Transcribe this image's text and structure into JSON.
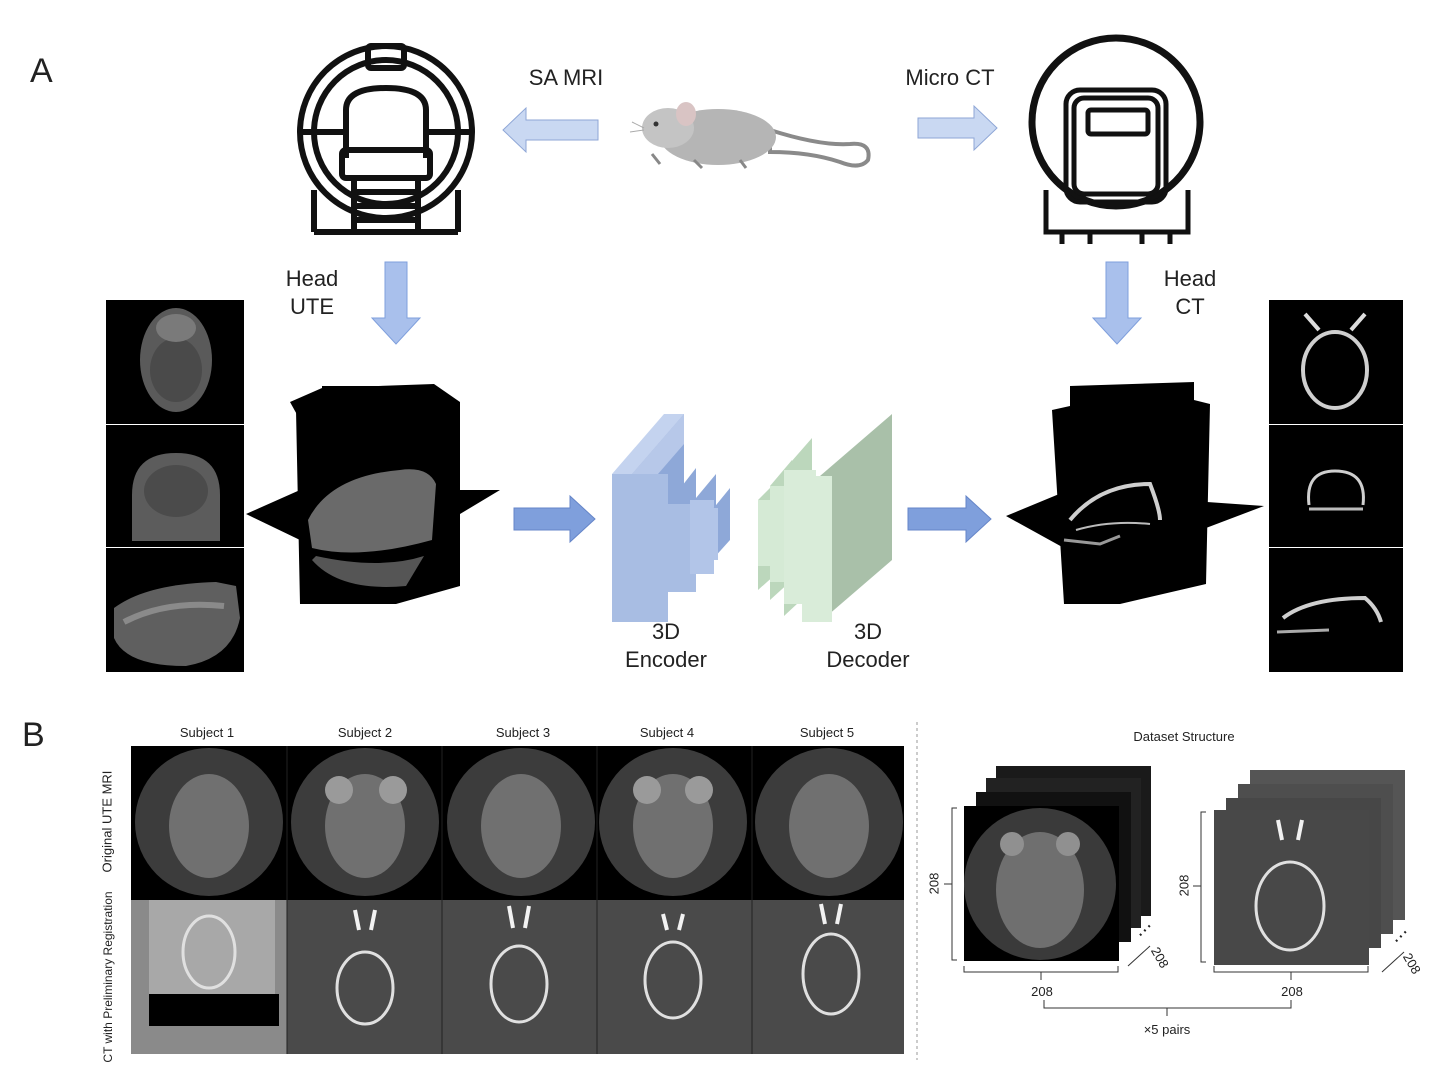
{
  "panel_a": {
    "letter": "A",
    "left_modality": "SA MRI",
    "right_modality": "Micro CT",
    "left_scan": [
      "Head",
      "UTE"
    ],
    "right_scan": [
      "Head",
      "CT"
    ],
    "encoder": [
      "3D",
      "Encoder"
    ],
    "decoder": [
      "3D",
      "Decoder"
    ],
    "icons": [
      "mri-scanner-icon",
      "mouse-icon",
      "micro-ct-scanner-icon"
    ]
  },
  "panel_b": {
    "letter": "B",
    "subjects": [
      "Subject 1",
      "Subject 2",
      "Subject 3",
      "Subject 4",
      "Subject 5"
    ],
    "row_labels": [
      "Original UTE MRI",
      "CT with Preliminary Registration"
    ],
    "dataset_title": "Dataset Structure",
    "dims": [
      "208",
      "208",
      "208",
      "208",
      "208",
      "208"
    ],
    "pairs_label": "×5 pairs",
    "ellipsis": "⋯"
  },
  "colors": {
    "arrow_light": "#c9d8f2",
    "arrow_dark": "#7f9fdc",
    "encoder": "#a8bde3",
    "decoder": "#cfe6cf"
  }
}
